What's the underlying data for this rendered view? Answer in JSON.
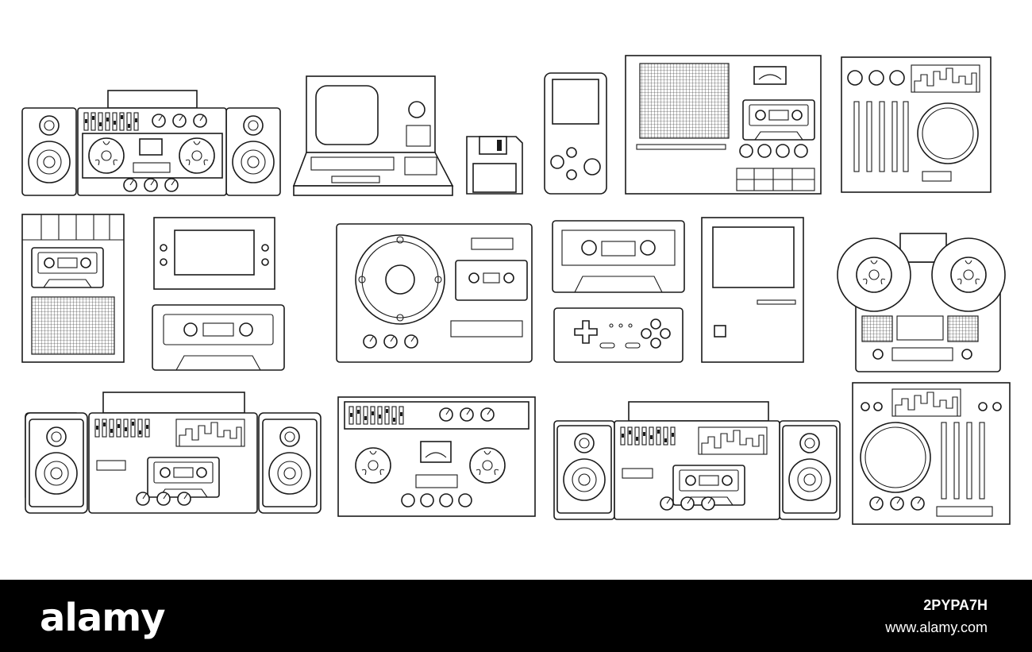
{
  "footer": {
    "logo": "alamy",
    "image_id": "2PYPA7H",
    "site": "www.alamy.com",
    "background": "#000000",
    "text_color": "#ffffff"
  },
  "illustration": {
    "stroke_color": "#1a1a1a",
    "fill_color": "#ffffff",
    "items": [
      "boombox-icon",
      "retro-computer-icon",
      "floppy-disk-icon",
      "handheld-game-icon",
      "cassette-deck-icon",
      "dj-mixer-icon",
      "cassette-player-icon",
      "handheld-screen-icon",
      "cassette-tape-icon",
      "reel-deck-icon",
      "gamepad-icon",
      "retro-monitor-icon",
      "reel-to-reel-icon",
      "tape-recorder-icon",
      "dj-turntable-icon"
    ]
  }
}
